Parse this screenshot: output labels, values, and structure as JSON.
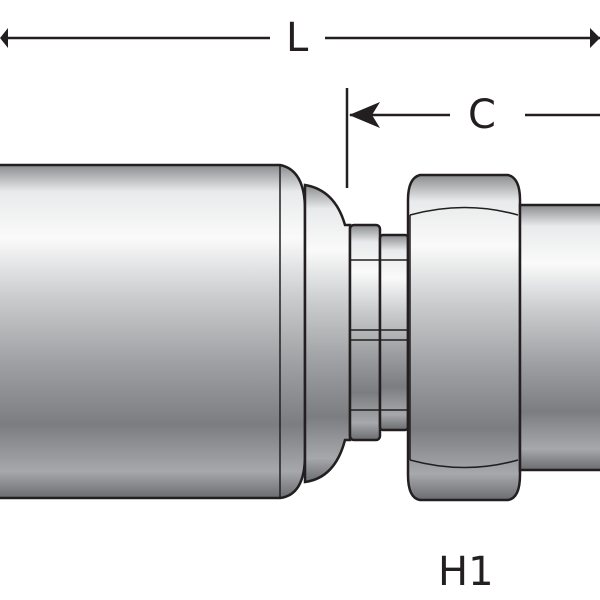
{
  "labels": {
    "length": "L",
    "cutoff": "C",
    "hex": "H1"
  },
  "colors": {
    "line": "#231f20",
    "metal_light": "#f2f2f2",
    "metal_mid": "#b9bbbd",
    "metal_dark": "#6d6f72"
  }
}
